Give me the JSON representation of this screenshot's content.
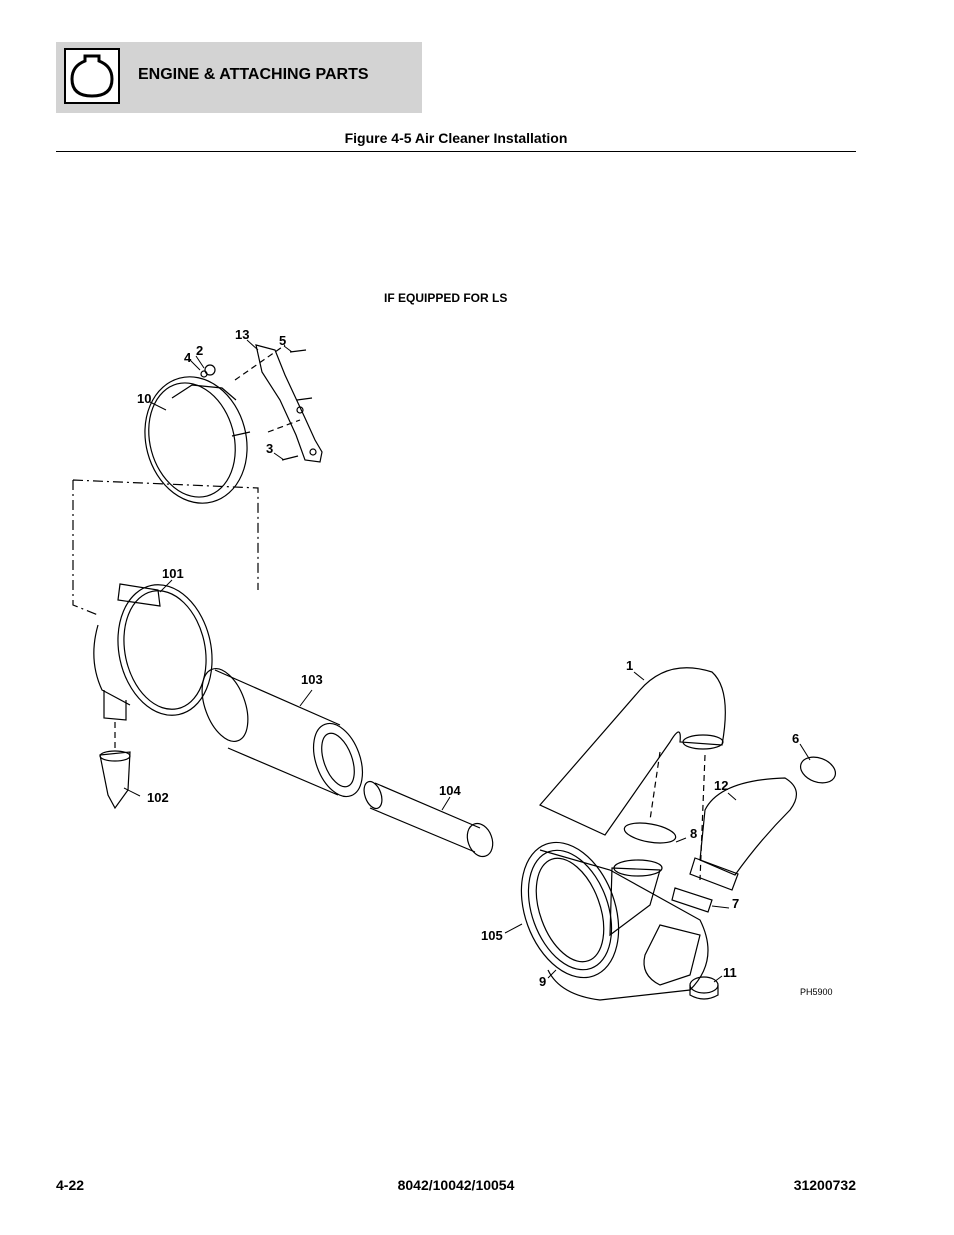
{
  "header": {
    "section_title": "ENGINE & ATTACHING PARTS",
    "icon": "engine-icon"
  },
  "figure": {
    "title": "Figure 4-5 Air Cleaner Installation",
    "note": "IF EQUIPPED FOR LS",
    "image_code": "PH5900",
    "callouts": {
      "c1": "1",
      "c2": "2",
      "c3": "3",
      "c4": "4",
      "c5": "5",
      "c6": "6",
      "c7": "7",
      "c8": "8",
      "c9": "9",
      "c10": "10",
      "c11": "11",
      "c12": "12",
      "c13": "13",
      "c101": "101",
      "c102": "102",
      "c103": "103",
      "c104": "104",
      "c105": "105"
    }
  },
  "footer": {
    "page_number": "4-22",
    "models": "8042/10042/10054",
    "doc_number": "31200732"
  }
}
